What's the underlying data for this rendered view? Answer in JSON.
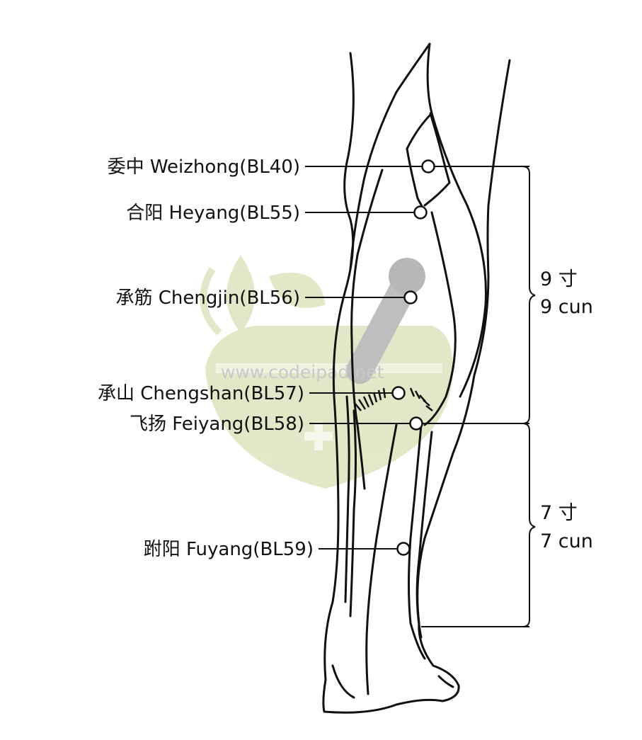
{
  "points": [
    {
      "label": "委中 Weizhong(BL40)"
    },
    {
      "label": "合阳 Heyang(BL55)"
    },
    {
      "label": "承筋 Chengjin(BL56)"
    },
    {
      "label": "承山 Chengshan(BL57)"
    },
    {
      "label": "飞扬 Feiyang(BL58)"
    },
    {
      "label": "跗阳 Fuyang(BL59)"
    }
  ],
  "measurements": [
    {
      "value": "9 寸",
      "unit": "9 cun"
    },
    {
      "value": "7 寸",
      "unit": "7 cun"
    }
  ],
  "watermark": "www.codeipad.net",
  "colors": {
    "line": "#111111",
    "watermark_green": "#dfe6c2",
    "watermark_gray": "#b3b3b3"
  }
}
